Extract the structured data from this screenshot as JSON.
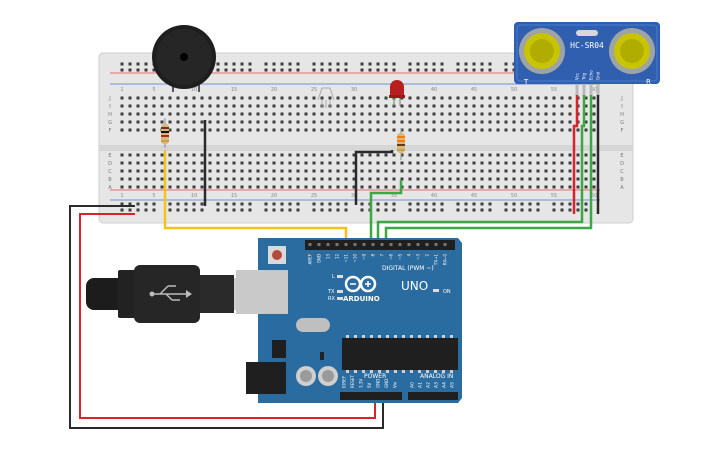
{
  "breadboard": {
    "row_labels_left": [
      "J",
      "I",
      "H",
      "G",
      "F",
      "E",
      "D",
      "C",
      "B",
      "A"
    ],
    "row_labels_right": [
      "J",
      "I",
      "H",
      "G",
      "F",
      "E",
      "D",
      "C",
      "B",
      "A"
    ],
    "col_numbers_top": [
      "1",
      "5",
      "10",
      "15",
      "20",
      "25",
      "30",
      "35",
      "40",
      "45",
      "50",
      "55",
      "60"
    ],
    "col_numbers_bottom": [
      "1",
      "5",
      "10",
      "15",
      "20",
      "25",
      "30",
      "35",
      "40",
      "45",
      "50",
      "55",
      "60"
    ]
  },
  "sensor": {
    "model": "HC-SR04",
    "left_mark": "T",
    "right_mark": "R",
    "pins": [
      "Vcc",
      "Trig",
      "Echo",
      "Gnd"
    ]
  },
  "arduino": {
    "logo_text": "ARDUINO",
    "model": "UNO",
    "on_label": "ON",
    "l_label": "L",
    "tx_label": "TX",
    "rx_label": "RX",
    "digital_label": "DIGITAL (PWM ~)",
    "power_label": "POWER",
    "analog_label": "ANALOG IN",
    "digital_pins": [
      "AREF",
      "GND",
      "13",
      "12",
      "~11",
      "~10",
      "~9",
      "8",
      "7",
      "~6",
      "~5",
      "4",
      "~3",
      "2",
      "TX→1",
      "RX←0"
    ],
    "power_pins": [
      "IOREF",
      "RESET",
      "3.3V",
      "5V",
      "GND",
      "GND",
      "Vin"
    ],
    "analog_pins": [
      "A0",
      "A1",
      "A2",
      "A3",
      "A4",
      "A5"
    ]
  },
  "colors": {
    "breadboard": "#e6e6e6",
    "arduino_board": "#2a6ca0",
    "wire_red": "#d9232b",
    "wire_black": "#2a2a2a",
    "wire_green": "#3aa844",
    "wire_yellow": "#f2c21b",
    "sensor_board": "#2f5fae"
  }
}
